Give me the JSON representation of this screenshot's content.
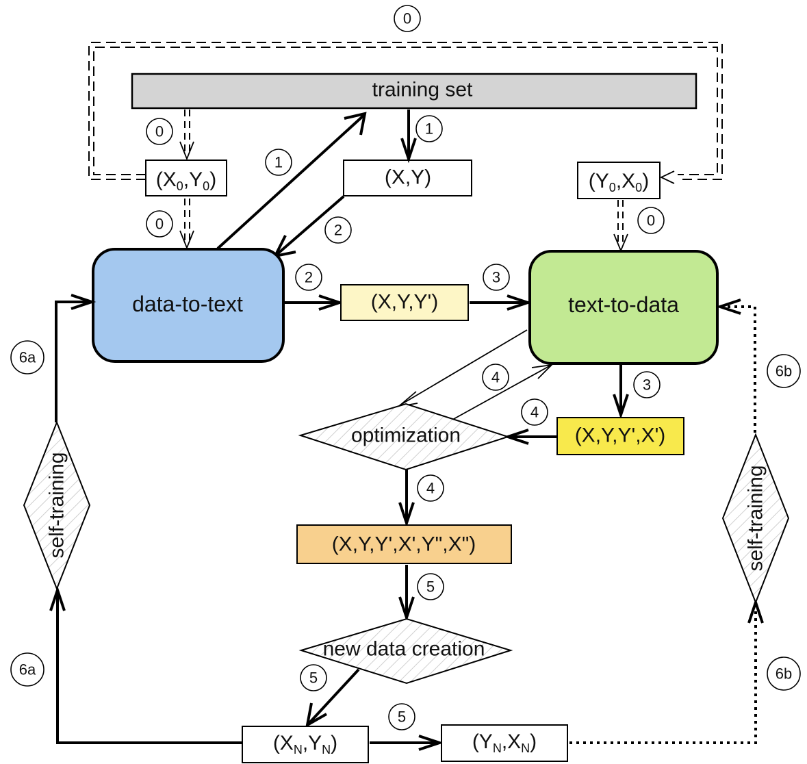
{
  "title": "data-to-text / text-to-data self-training pipeline",
  "colors": {
    "training_set": "#d4d4d4",
    "data_to_text": "#a4c8ef",
    "text_to_data": "#c2e993",
    "xyy": "#fdf6c6",
    "xyyx": "#f8e94c",
    "xyyxyx": "#f8d08e",
    "plain_box": "#ffffff",
    "hatch": "#cfcfcf"
  },
  "nodes": {
    "training_set": "training set",
    "data_to_text": "data-to-text",
    "text_to_data": "text-to-data",
    "xy": "(X,Y)",
    "x0y0": {
      "open": "(X",
      "sub1": "0",
      "mid": ",Y",
      "sub2": "0",
      "close": ")"
    },
    "y0x0": {
      "open": "(Y",
      "sub1": "0",
      "mid": ",X",
      "sub2": "0",
      "close": ")"
    },
    "xyy": "(X,Y,Y')",
    "xyyx": "(X,Y,Y',X')",
    "xyyxyx": "(X,Y,Y',X',Y\",X\")",
    "optimization": "optimization",
    "new_data_creation": "new data creation",
    "xnyn": {
      "open": "(X",
      "sub1": "N",
      "mid": ",Y",
      "sub2": "N",
      "close": ")"
    },
    "ynxn": {
      "open": "(Y",
      "sub1": "N",
      "mid": ",X",
      "sub2": "N",
      "close": ")"
    },
    "self_training_left": "self-training",
    "self_training_right": "self-training"
  },
  "step_labels": {
    "s0_top": "0",
    "s0_left_upper": "0",
    "s0_left_lower": "0",
    "s0_right": "0",
    "s1_diag": "1",
    "s1_down": "1",
    "s2_diag": "2",
    "s2_right": "2",
    "s3_right": "3",
    "s3_down": "3",
    "s4_diag": "4",
    "s4_left": "4",
    "s4_down": "4",
    "s5_down": "5",
    "s5_diag": "5",
    "s5_right": "5",
    "s6a_upper": "6a",
    "s6a_lower": "6a",
    "s6b_upper": "6b",
    "s6b_lower": "6b"
  }
}
